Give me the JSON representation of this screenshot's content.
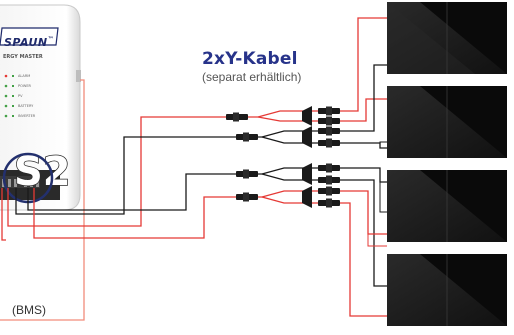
{
  "header": {
    "title": "2xY-Kabel",
    "subtitle": "(separat erhältlich)"
  },
  "device": {
    "brand": "SPAUN",
    "trademark": "™",
    "product": "ERGY MASTER",
    "badge": "S2",
    "bms_label": "(BMS)",
    "leds": [
      {
        "label": "ALARM",
        "color": "#e53935"
      },
      {
        "label": "POWER",
        "color": "#43a047"
      },
      {
        "label": "PV",
        "color": "#43a047"
      },
      {
        "label": "BATTERY",
        "color": "#43a047"
      },
      {
        "label": "INVERTER",
        "color": "#43a047"
      }
    ]
  },
  "colors": {
    "positive_wire": "#e53935",
    "negative_wire": "#1a1a1a",
    "bms_wire": "#f28c7b",
    "panel_fill": "#1b1b1b",
    "panel_dark": "#0c0c0c",
    "accent_title": "#27338a",
    "callout_ring": "#23306e"
  },
  "panels": [
    {
      "name": "solar-panel-1"
    },
    {
      "name": "solar-panel-2"
    },
    {
      "name": "solar-panel-3"
    },
    {
      "name": "solar-panel-4"
    }
  ]
}
